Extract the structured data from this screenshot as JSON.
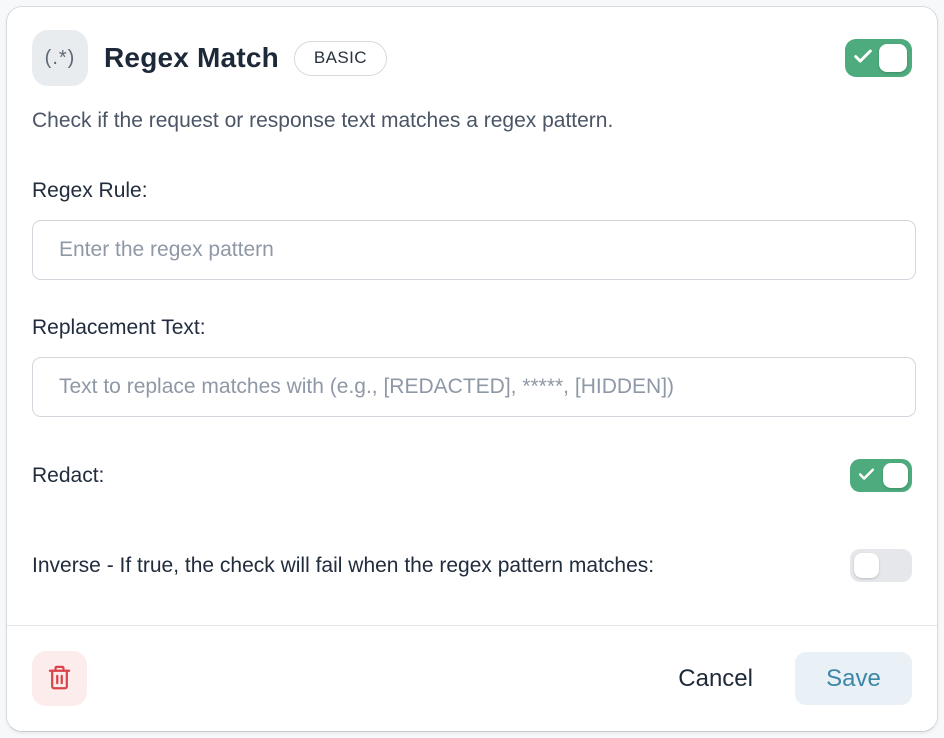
{
  "theme": {
    "accent_green": "#4dab7d",
    "toggle_off_gray": "#e5e7eb",
    "danger_red": "#d9444a",
    "danger_bg": "#fdecec",
    "save_text_blue": "#3c86a8",
    "save_bg": "#e9f1f6",
    "title_color": "#1d2838"
  },
  "card": {
    "icon_glyph": "(.*)",
    "title": "Regex Match",
    "badge": "BASIC",
    "enabled_state": "on",
    "description": "Check if the request or response text matches a regex pattern.",
    "fields": {
      "regex_rule": {
        "label": "Regex Rule:",
        "placeholder": "Enter the regex pattern",
        "value": ""
      },
      "replacement_text": {
        "label": "Replacement Text:",
        "placeholder": "Text to replace matches with (e.g., [REDACTED], *****, [HIDDEN])",
        "value": ""
      },
      "redact": {
        "label": "Redact:",
        "state": "on"
      },
      "inverse": {
        "label": "Inverse - If true, the check will fail when the regex pattern matches:",
        "state": "off"
      }
    },
    "footer": {
      "delete_icon": "trash-icon",
      "cancel_label": "Cancel",
      "save_label": "Save"
    }
  }
}
